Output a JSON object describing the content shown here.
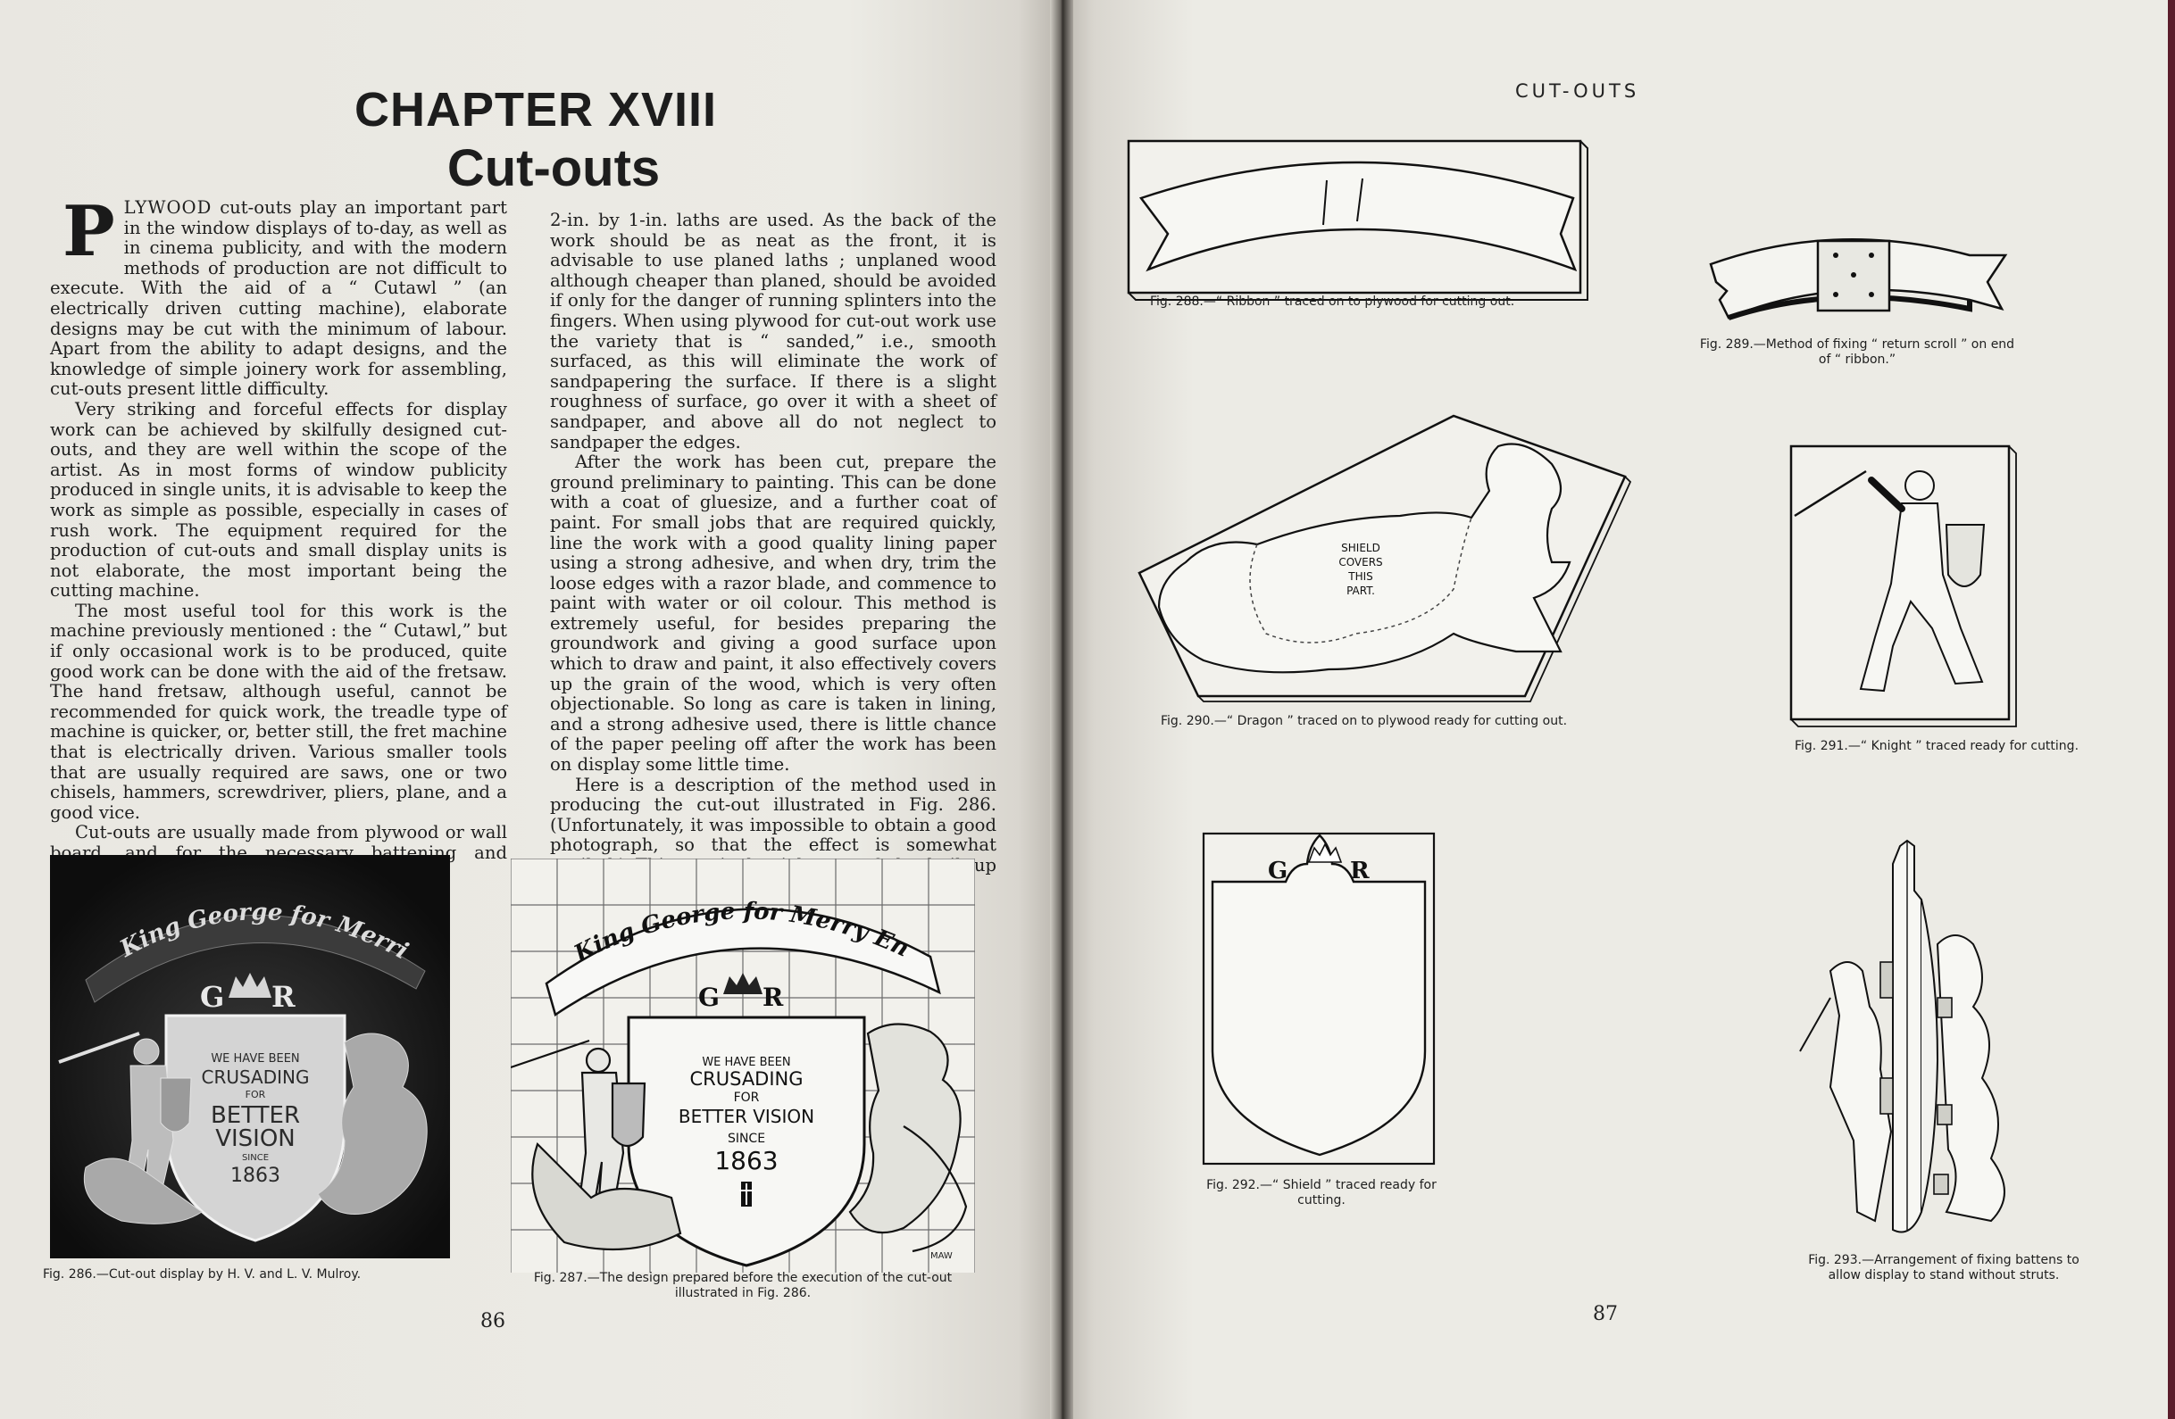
{
  "left_page": {
    "chapter_number": "CHAPTER XVIII",
    "chapter_title": "Cut-outs",
    "column1": {
      "dropcap": "P",
      "lead": "LYWOOD",
      "paragraphs": [
        " cut-outs play an important part in the window displays of to-day, as well as in cinema publicity, and with the modern methods of production are not difficult to execute. With the aid of a “ Cutawl ” (an electrically driven cutting machine), elaborate designs may be cut with the minimum of labour. Apart from the ability to adapt designs, and the knowledge of simple joinery work for assembling, cut-outs present little difficulty.",
        "Very striking and forceful effects for display work can be achieved by skilfully designed cut-outs, and they are well within the scope of the artist. As in most forms of window publicity produced in single units, it is advisable to keep the work as simple as possible, especially in cases of rush work. The equipment required for the production of cut-outs and small display units is not elaborate, the most important being the cutting machine.",
        "The most useful tool for this work is the machine previously mentioned : the “ Cutawl,” but if only occasional work is to be produced, quite good work can be done with the aid of the fretsaw. The hand fretsaw, although useful, cannot be recommended for quick work, the treadle type of machine is quicker, or, better still, the fret machine that is electrically driven. Various smaller tools that are usually required are saws, one or two chisels, hammers, screwdriver, pliers, plane, and a good vice.",
        "Cut-outs are usually made from plywood or wall board, and for the necessary battening and framing,"
      ]
    },
    "column2": {
      "paragraphs": [
        "2-in. by 1-in. laths are used. As the back of the work should be as neat as the front, it is advisable to use planed laths ; unplaned wood although cheaper than planed, should be avoided if only for the danger of running splinters into the fingers. When using plywood for cut-out work use the variety that is “ sanded,” i.e., smooth surfaced, as this will eliminate the work of sandpapering the surface. If there is a slight roughness of surface, go over it with a sheet of sandpaper, and above all do not neglect to sandpaper the edges.",
        "After the work has been cut, prepare the ground preliminary to painting. This can be done with a coat of gluesize, and a further coat of paint. For small jobs that are required quickly, line the work with a good quality lining paper using a strong adhesive, and when dry, trim the loose edges with a razor blade, and commence to paint with water or oil colour. This method is extremely useful, for besides preparing the groundwork and giving a good surface upon which to draw and paint, it also effectively covers up the grain of the wood, which is very often objectionable. So long as care is taken in lining, and a strong adhesive used, there is little chance of the paper peeling off after the work has been on display some little time.",
        "Here is a description of the method used in producing the cut-out illustrated in Fig. 286. (Unfortunately, it was impossible to obtain a good photograph, so that the effect is somewhat spoiled.) This particular job was of the built-up type of cut-"
      ]
    },
    "fig286": {
      "banner": "King George for Merrie England",
      "monogram_left": "G",
      "monogram_right": "R",
      "shield_lines": [
        "WE HAVE BEEN",
        "CRUSADING",
        "FOR",
        "BETTER",
        "VISION",
        "SINCE",
        "1863"
      ],
      "caption": "Fig. 286.—Cut-out display by H. V. and L. V. Mulroy."
    },
    "fig287": {
      "banner": "King George for Merry England",
      "monogram_left": "G",
      "monogram_right": "R",
      "shield_lines": [
        "WE HAVE BEEN",
        "CRUSADING",
        "FOR",
        "BETTER VISION",
        "SINCE",
        "1863"
      ],
      "signature": "MAW",
      "caption": "Fig. 287.—The design prepared before the execution of the cut-out illustrated in Fig. 286."
    },
    "page_number": "86"
  },
  "right_page": {
    "running_head": "CUT-OUTS",
    "fig288_caption": "Fig. 288.—“ Ribbon ” traced on to plywood for cutting out.",
    "fig289_caption": "Fig. 289.—Method of fixing “ return scroll ” on end of “ ribbon.”",
    "fig290": {
      "label_lines": [
        "SHIELD",
        "COVERS",
        "THIS",
        "PART."
      ],
      "caption": "Fig. 290.—“ Dragon ” traced on to plywood ready for cutting out."
    },
    "fig291_caption": "Fig. 291.—“ Knight ” traced ready for cutting.",
    "fig292": {
      "monogram_left": "G",
      "monogram_right": "R",
      "caption": "Fig. 292.—“ Shield ” traced ready for cutting."
    },
    "fig293_caption": "Fig. 293.—Arrangement of fixing battens to allow display to stand without struts.",
    "page_number": "87"
  }
}
